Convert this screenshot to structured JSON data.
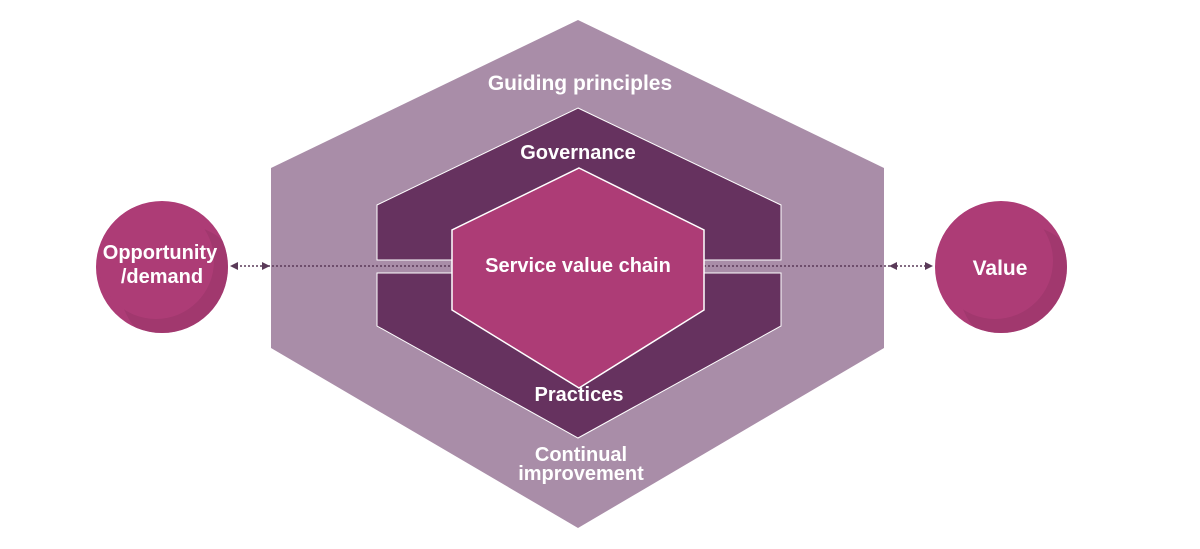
{
  "colors": {
    "outer_layer": "#a98da8",
    "middle_layer": "#66325f",
    "core": "#ad3c76",
    "circle": "#ad3c76",
    "circle_shade": "#983468",
    "connector": "#5a3a58",
    "background": "#ffffff"
  },
  "labels": {
    "guiding_principles": "Guiding principles",
    "governance": "Governance",
    "service_value_chain": "Service value chain",
    "practices": "Practices",
    "continual_improvement_line1": "Continual",
    "continual_improvement_line2": "improvement",
    "opportunity_line1": "Opportunity",
    "opportunity_line2": "/demand",
    "value": "Value"
  }
}
